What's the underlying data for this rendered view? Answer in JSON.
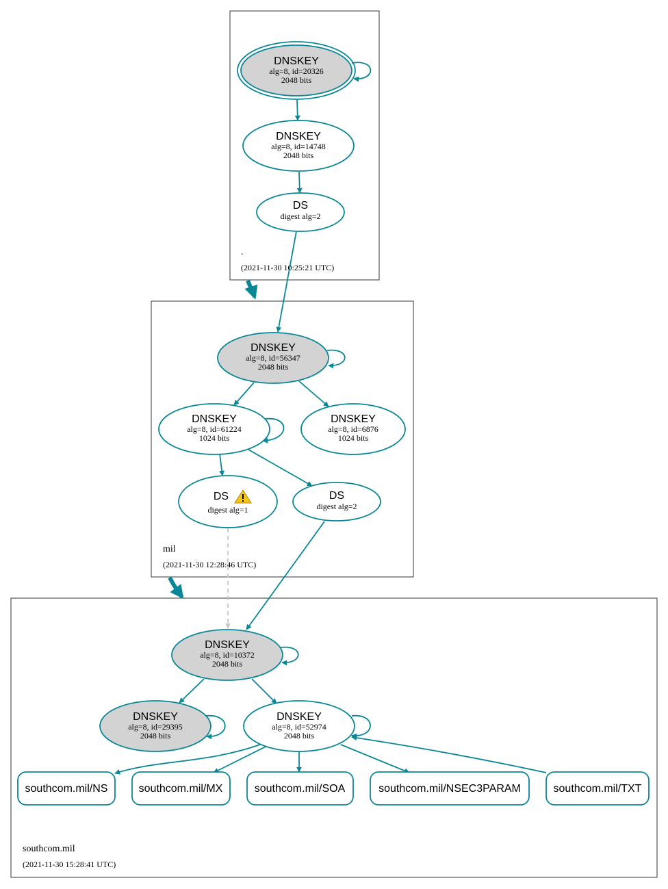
{
  "colors": {
    "accent": "#0a8796",
    "signed_fill": "#d3d3d3",
    "unsigned_fill": "#ffffff",
    "dashed_edge": "#c8c8c8",
    "warning": "#f5c518"
  },
  "zones": {
    "root": {
      "name": ".",
      "timestamp": "(2021-11-30 10:25:21 UTC)"
    },
    "mil": {
      "name": "mil",
      "timestamp": "(2021-11-30 12:28:46 UTC)"
    },
    "southcom": {
      "name": "southcom.mil",
      "timestamp": "(2021-11-30 15:28:41 UTC)"
    }
  },
  "nodes": {
    "root_ksk": {
      "title": "DNSKEY",
      "line1": "alg=8, id=20326",
      "line2": "2048 bits"
    },
    "root_zsk": {
      "title": "DNSKEY",
      "line1": "alg=8, id=14748",
      "line2": "2048 bits"
    },
    "root_ds": {
      "title": "DS",
      "line1": "digest alg=2"
    },
    "mil_ksk": {
      "title": "DNSKEY",
      "line1": "alg=8, id=56347",
      "line2": "2048 bits"
    },
    "mil_zsk1": {
      "title": "DNSKEY",
      "line1": "alg=8, id=61224",
      "line2": "1024 bits"
    },
    "mil_zsk2": {
      "title": "DNSKEY",
      "line1": "alg=8, id=6876",
      "line2": "1024 bits"
    },
    "mil_ds1": {
      "title": "DS",
      "line1": "digest alg=1",
      "icon": "warning-icon"
    },
    "mil_ds2": {
      "title": "DS",
      "line1": "digest alg=2"
    },
    "sc_ksk": {
      "title": "DNSKEY",
      "line1": "alg=8, id=10372",
      "line2": "2048 bits"
    },
    "sc_key2": {
      "title": "DNSKEY",
      "line1": "alg=8, id=29395",
      "line2": "2048 bits"
    },
    "sc_zsk": {
      "title": "DNSKEY",
      "line1": "alg=8, id=52974",
      "line2": "2048 bits"
    }
  },
  "rrsets": [
    "southcom.mil/NS",
    "southcom.mil/MX",
    "southcom.mil/SOA",
    "southcom.mil/NSEC3PARAM",
    "southcom.mil/TXT"
  ]
}
